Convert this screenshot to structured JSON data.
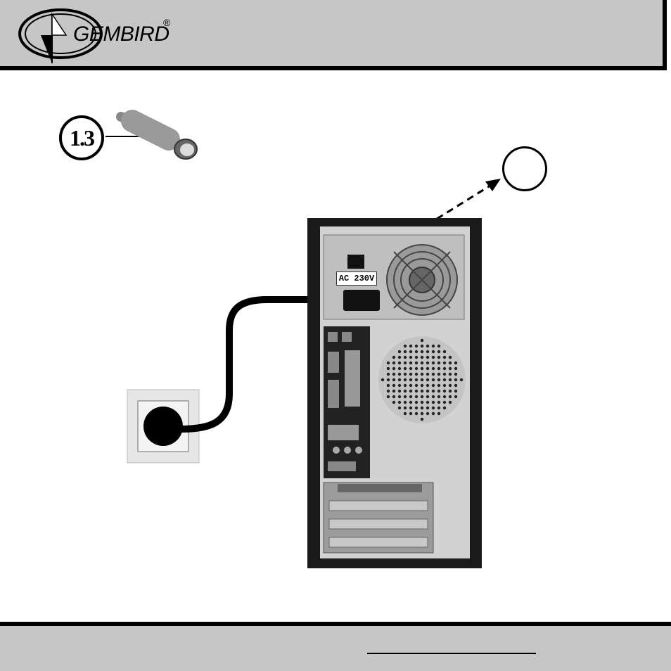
{
  "header": {
    "logo_text": "GEMBIRD",
    "logo_registered": "®"
  },
  "illustration": {
    "step_label": "1.3",
    "psu_label": "AC 230V",
    "power_icon": "power-icon",
    "connector_icon": "power-plug-icon",
    "outlet_icon": "wall-socket-icon",
    "pc_icon": "pc-tower-rear-icon"
  },
  "colors": {
    "header_bg": "#c6c6c6",
    "border": "#000000",
    "background": "#ffffff"
  }
}
